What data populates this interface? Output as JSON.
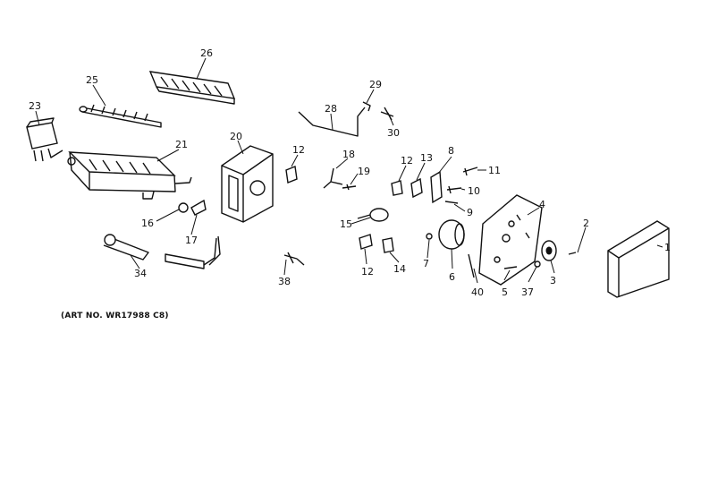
{
  "diagram": {
    "art_number": "(ART NO. WR17988 C8)",
    "callouts": {
      "c1": "1",
      "c2": "2",
      "c3": "3",
      "c4": "4",
      "c5": "5",
      "c6": "6",
      "c7": "7",
      "c8": "8",
      "c9": "9",
      "c10": "10",
      "c11": "11",
      "c12a": "12",
      "c12b": "12",
      "c12c": "12",
      "c13": "13",
      "c14": "14",
      "c15": "15",
      "c16": "16",
      "c17": "17",
      "c18": "18",
      "c19": "19",
      "c20": "20",
      "c21": "21",
      "c23": "23",
      "c25": "25",
      "c26": "26",
      "c28": "28",
      "c29": "29",
      "c30": "30",
      "c34": "34",
      "c37": "37",
      "c38": "38",
      "c40": "40"
    }
  }
}
